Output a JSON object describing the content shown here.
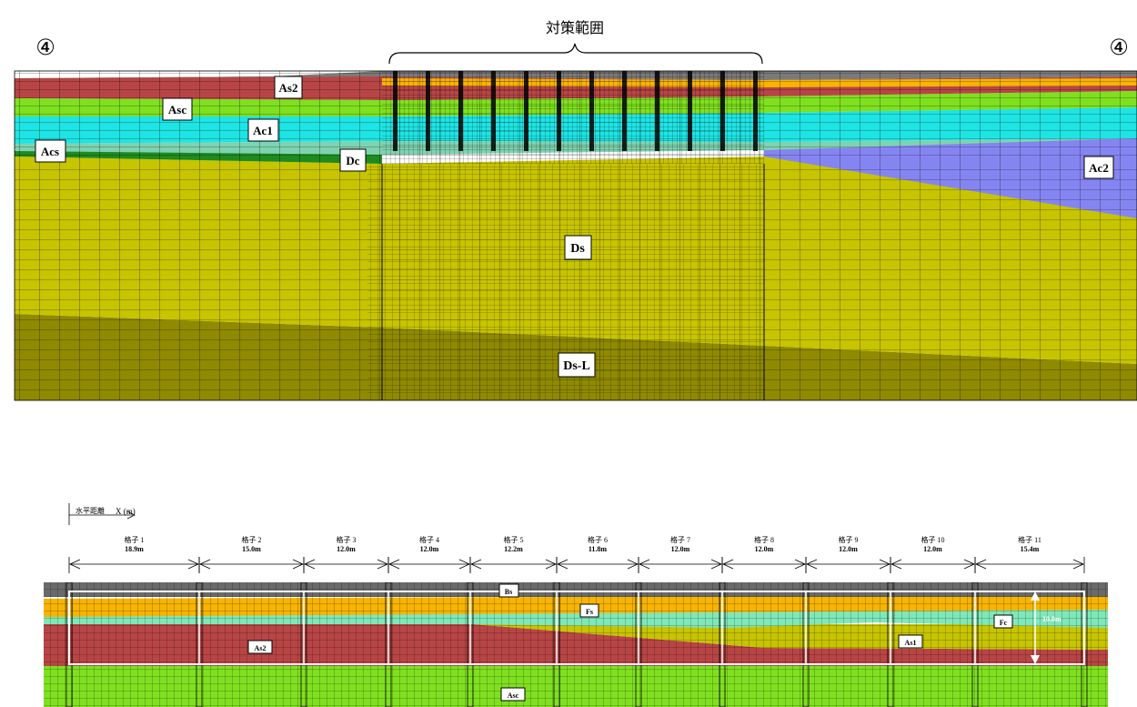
{
  "upper_section": {
    "title": "対策範囲",
    "marker_left": "④",
    "marker_right": "④",
    "layers": [
      {
        "name": "As2",
        "color": "#b84545"
      },
      {
        "name": "Asc",
        "color": "#7fe020"
      },
      {
        "name": "Ac1",
        "color": "#1fe4e4"
      },
      {
        "name": "Acs",
        "color": "#7ed3b0"
      },
      {
        "name": "Dc",
        "color": "#1f8a1f"
      },
      {
        "name": "Ds",
        "color": "#c7c400"
      },
      {
        "name": "Ds-L",
        "color": "#8f8a00"
      },
      {
        "name": "Ac2",
        "color": "#8585f2"
      }
    ]
  },
  "lower_section": {
    "axis_label": "水平距離",
    "axis_unit": "X (m)",
    "grids": [
      {
        "name": "格子 1",
        "width": "18.9m"
      },
      {
        "name": "格子 2",
        "width": "15.0m"
      },
      {
        "name": "格子 3",
        "width": "12.0m"
      },
      {
        "name": "格子 4",
        "width": "12.0m"
      },
      {
        "name": "格子 5",
        "width": "12.2m"
      },
      {
        "name": "格子 6",
        "width": "11.8m"
      },
      {
        "name": "格子 7",
        "width": "12.0m"
      },
      {
        "name": "格子 8",
        "width": "12.0m"
      },
      {
        "name": "格子 9",
        "width": "12.0m"
      },
      {
        "name": "格子 10",
        "width": "12.0m"
      },
      {
        "name": "格子 11",
        "width": "15.4m"
      }
    ],
    "layers": [
      {
        "name": "Bs",
        "color": "#6a6a6a"
      },
      {
        "name": "Fs",
        "color": "#f7b400"
      },
      {
        "name": "Fc",
        "color": "#7fe8b8"
      },
      {
        "name": "As1",
        "color": "#c7c400"
      },
      {
        "name": "As2",
        "color": "#b84545"
      },
      {
        "name": "Asc",
        "color": "#7fe020"
      }
    ],
    "depth_label": "10.0m"
  }
}
